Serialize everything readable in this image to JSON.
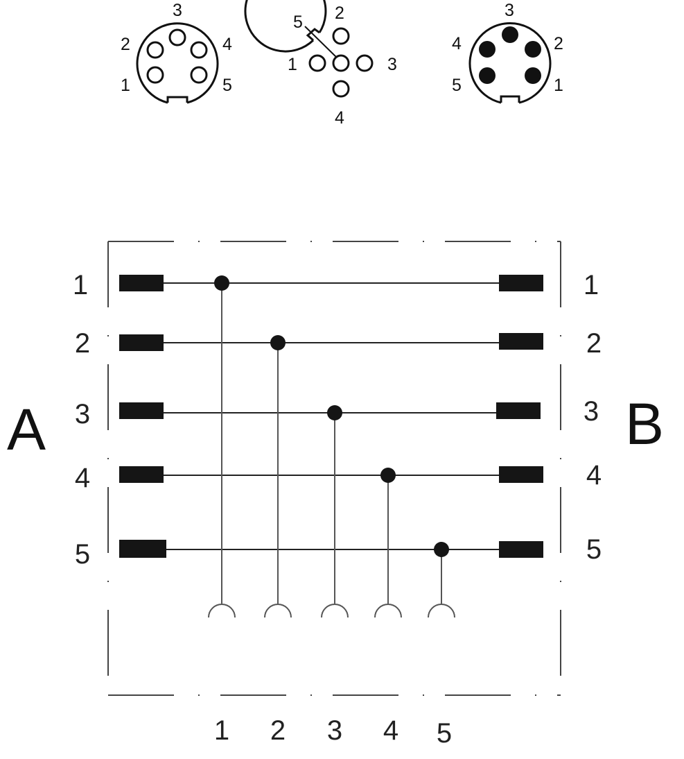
{
  "connectors": {
    "left": {
      "pins": [
        "3",
        "2",
        "4",
        "1",
        "5"
      ]
    },
    "middle": {
      "pins": [
        "2",
        "5",
        "1",
        "3",
        "4"
      ]
    },
    "right": {
      "pins": [
        "3",
        "4",
        "2",
        "5",
        "1"
      ]
    }
  },
  "diagram": {
    "side_a_label": "A",
    "side_b_label": "B",
    "rows_a": [
      "1",
      "2",
      "3",
      "4",
      "5"
    ],
    "rows_b": [
      "1",
      "2",
      "3",
      "4",
      "5"
    ],
    "outputs": [
      "1",
      "2",
      "3",
      "4",
      "5"
    ]
  }
}
